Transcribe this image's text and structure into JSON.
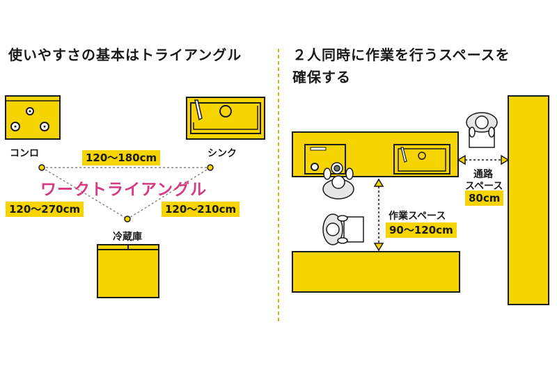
{
  "left": {
    "heading": "使いやすさの基本はトライアングル",
    "stove_label": "コンロ",
    "sink_label": "シンク",
    "fridge_label": "冷蔵庫",
    "triangle_title": "ワークトライアングル",
    "dist_stove_sink": "120〜180cm",
    "dist_stove_fridge": "120〜270cm",
    "dist_sink_fridge": "120〜210cm"
  },
  "right": {
    "heading_line1": "２人同時に作業を行うスペースを",
    "heading_line2": "確保する",
    "work_space_label": "作業スペース",
    "work_space_value": "90〜120cm",
    "passage_line1": "通路",
    "passage_line2": "スペース",
    "passage_value": "80cm"
  },
  "colors": {
    "counter_yellow": "#f5d400",
    "outline": "#1a1a1a",
    "accent_pink": "#d63a82",
    "divider": "#d9b400"
  }
}
